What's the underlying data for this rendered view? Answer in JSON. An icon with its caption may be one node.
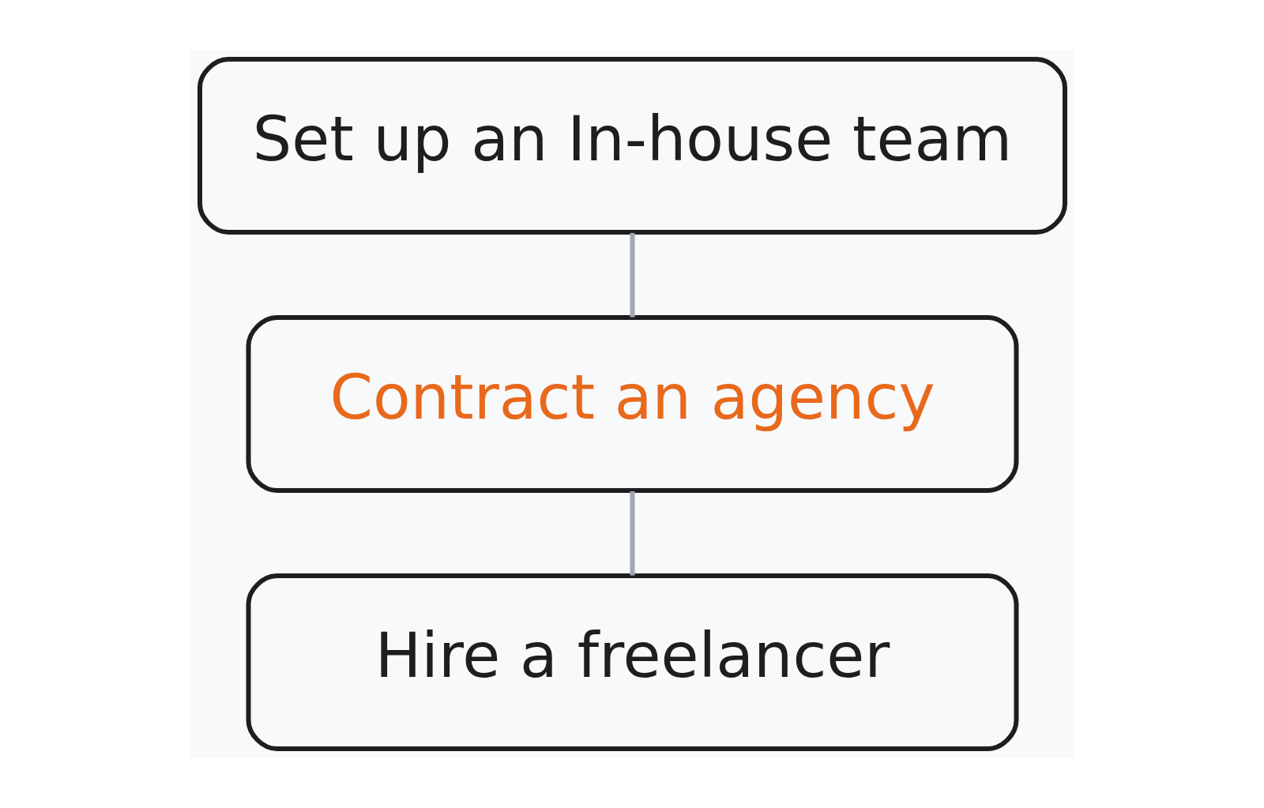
{
  "diagram": {
    "nodes": [
      {
        "text": [
          "Set up an In-house team"
        ]
      },
      {
        "text": [
          "Contract an agency"
        ]
      },
      {
        "text": [
          "Hire a freelancer"
        ]
      }
    ],
    "edges": [
      {
        "from": 2,
        "to": 1,
        "arrow": "none"
      },
      {
        "from": 1,
        "to": 0,
        "arrow": "none"
      }
    ]
  }
}
